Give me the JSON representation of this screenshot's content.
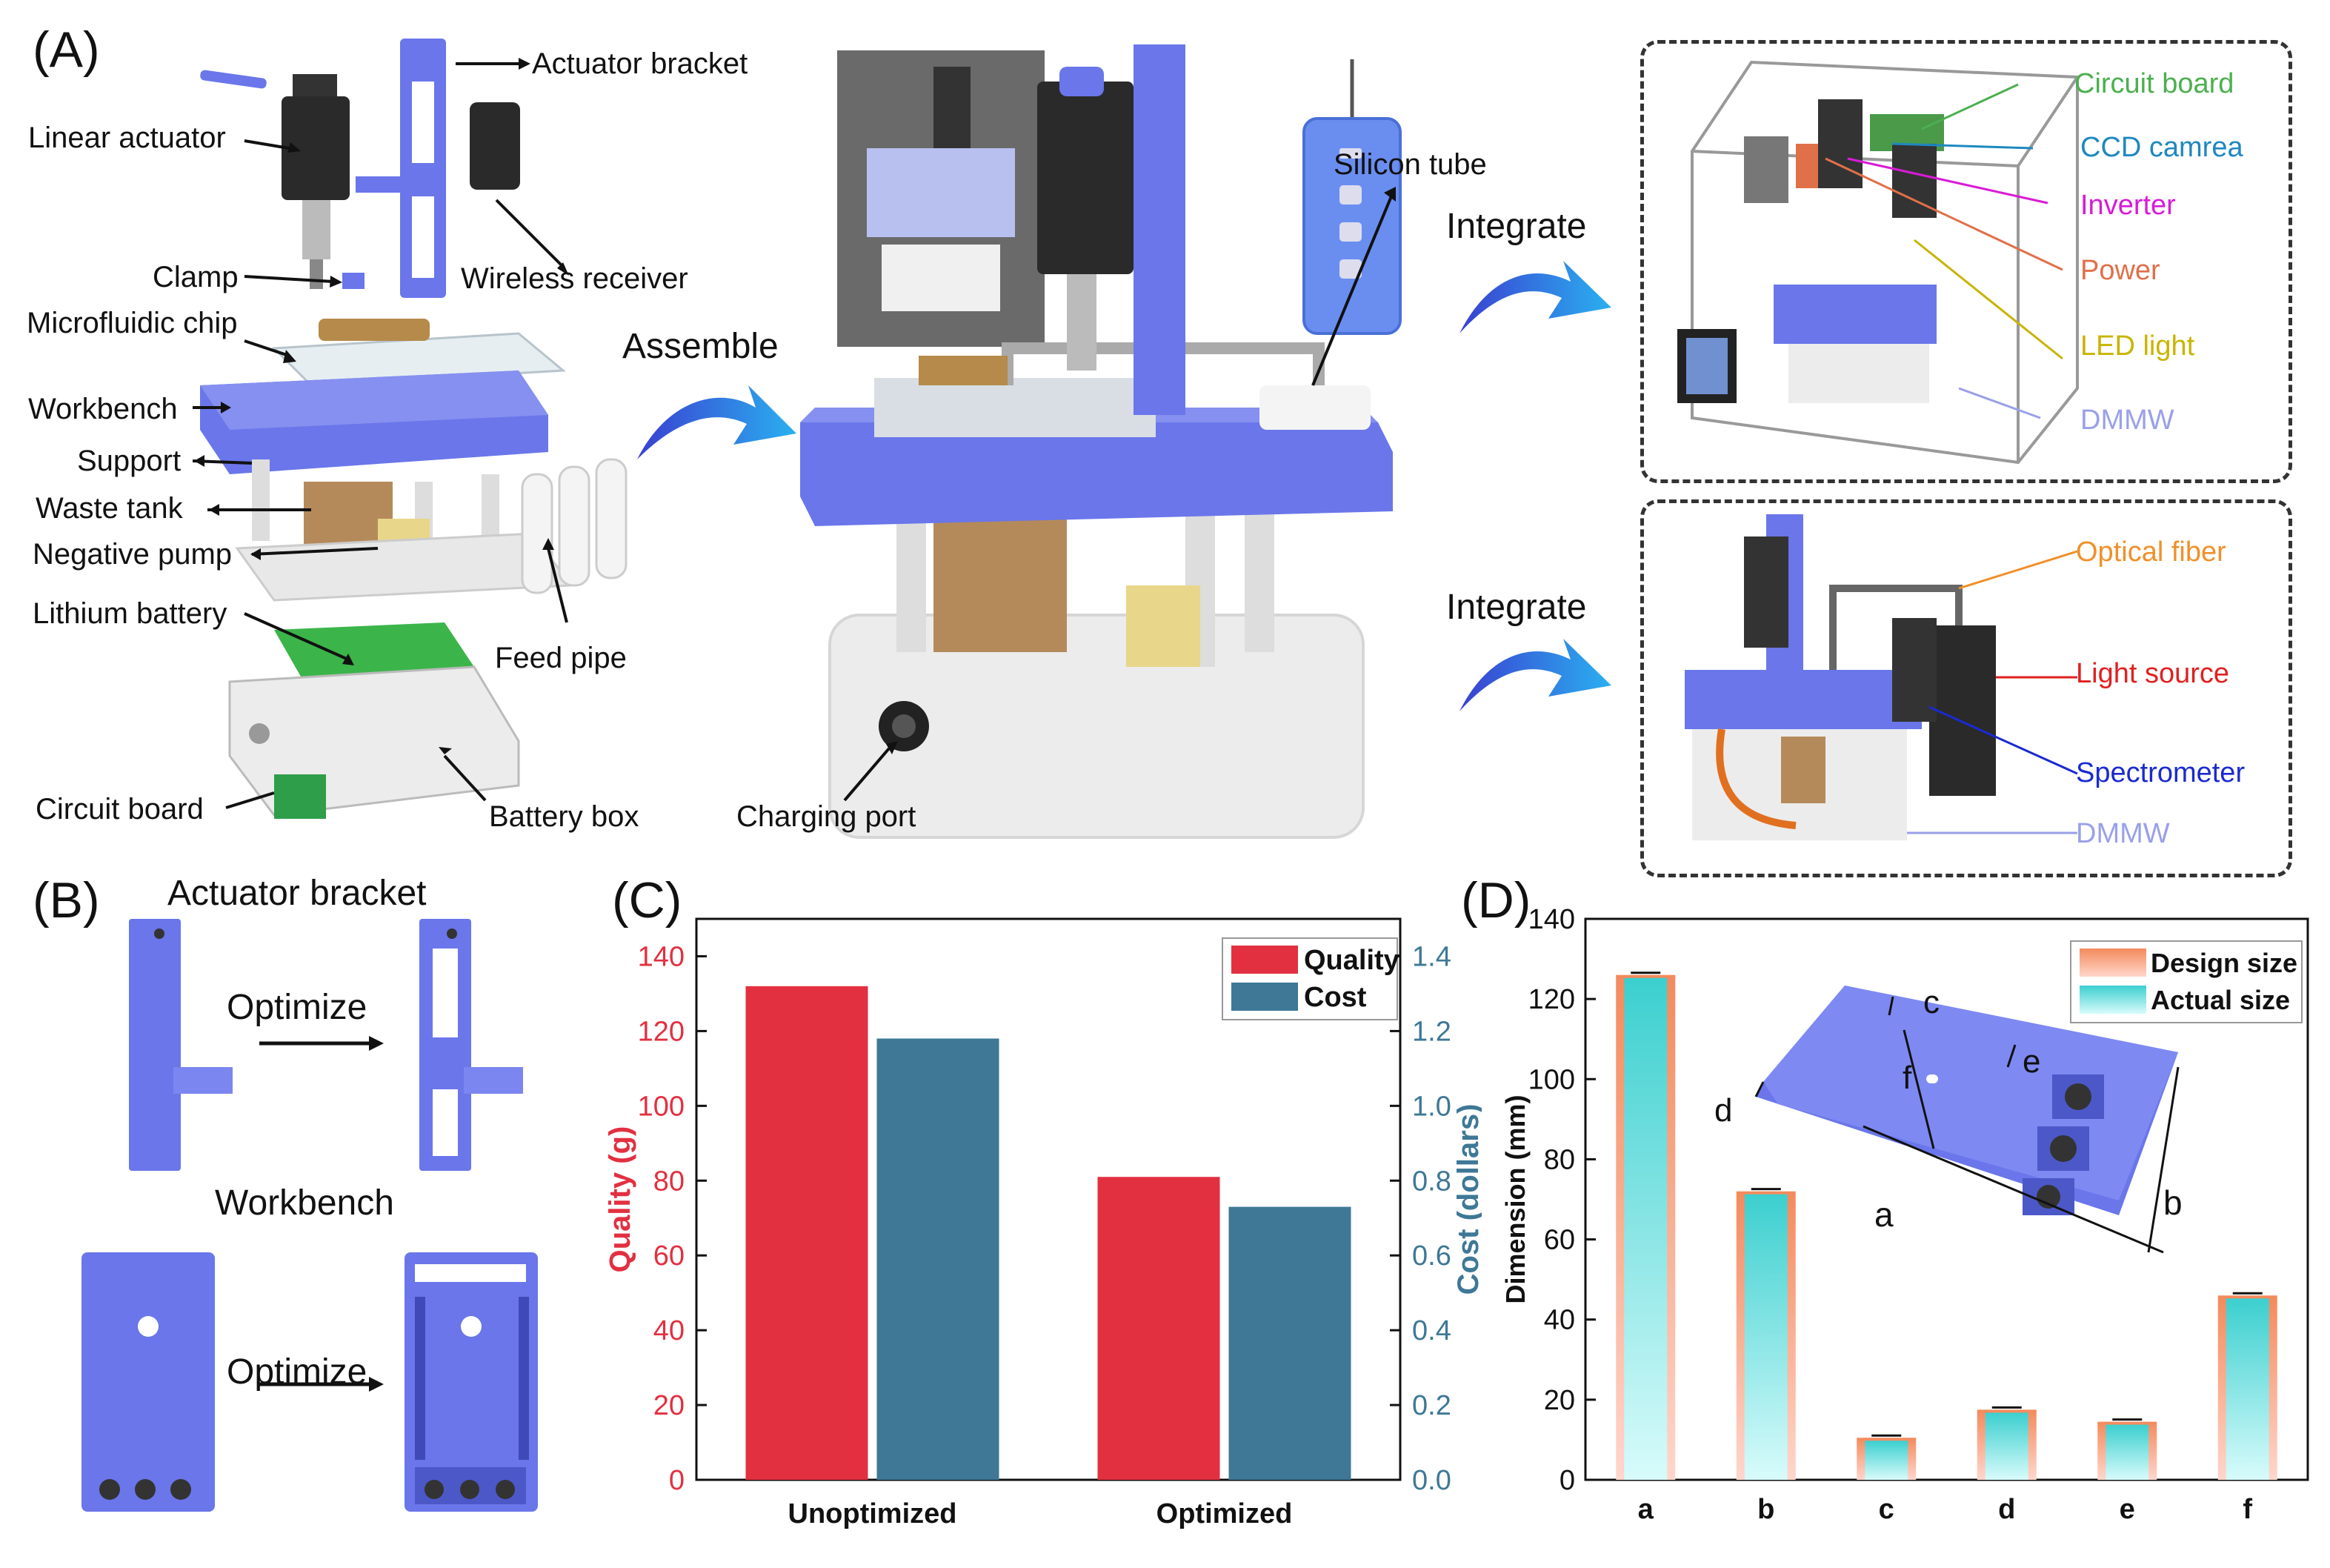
{
  "panel_A": {
    "letter": "(A)",
    "exploded_labels": {
      "actuator_bracket": "Actuator bracket",
      "linear_actuator": "Linear actuator",
      "clamp": "Clamp",
      "wireless_receiver": "Wireless receiver",
      "microfluidic_chip": "Microfluidic chip",
      "workbench": "Workbench",
      "support": "Support",
      "waste_tank": "Waste tank",
      "negative_pump": "Negative pump",
      "lithium_battery": "Lithium battery",
      "feed_pipe": "Feed pipe",
      "circuit_board": "Circuit board",
      "battery_box": "Battery box"
    },
    "assemble_label": "Assemble",
    "assembled_labels": {
      "silicon_tube": "Silicon tube",
      "charging_port": "Charging port"
    },
    "integrate_label_top": "Integrate",
    "integrate_label_bottom": "Integrate",
    "box_top_labels": [
      {
        "text": "Circuit board",
        "color": "#4caf50"
      },
      {
        "text": "CCD camrea",
        "color": "#1e88c0"
      },
      {
        "text": "Inverter",
        "color": "#d81bd8"
      },
      {
        "text": "Power",
        "color": "#e0704a"
      },
      {
        "text": "LED light",
        "color": "#c8b400"
      },
      {
        "text": "DMMW",
        "color": "#9aa0e8"
      }
    ],
    "box_bottom_labels": [
      {
        "text": "Optical fiber",
        "color": "#f0902a"
      },
      {
        "text": "Light source",
        "color": "#e02020"
      },
      {
        "text": "Spectrometer",
        "color": "#1a2ad0"
      },
      {
        "text": "DMMW",
        "color": "#9aa0e8"
      }
    ]
  },
  "panel_B": {
    "letter": "(B)",
    "title_top": "Actuator bracket",
    "optimize_top": "Optimize",
    "title_bottom": "Workbench",
    "optimize_bottom": "Optimize"
  },
  "panel_C": {
    "letter": "(C)"
  },
  "panel_D": {
    "letter": "(D)",
    "inset_labels": {
      "a": "a",
      "b": "b",
      "c": "c",
      "d": "d",
      "e": "e",
      "f": "f"
    }
  },
  "colors": {
    "blue_part": "#6a76ea",
    "quality_red": "#e23040",
    "cost_blue": "#3e7896",
    "design_orange": "#f48a5c",
    "actual_cyan": "#3ccfcf"
  },
  "chart_data": [
    {
      "type": "bar",
      "panel": "C",
      "categories": [
        "Unoptimized",
        "Optimized"
      ],
      "series": [
        {
          "name": "Quality",
          "axis": "left",
          "values": [
            132,
            81
          ]
        },
        {
          "name": "Cost",
          "axis": "right",
          "values": [
            1.18,
            0.73
          ]
        }
      ],
      "ylabel_left": "Quality (g)",
      "ylabel_right": "Cost (dollars)",
      "ylim_left": [
        0,
        150
      ],
      "ylim_right": [
        0,
        1.5
      ],
      "yticks_left": [
        0,
        20,
        40,
        60,
        80,
        100,
        120,
        140
      ],
      "yticks_right": [
        0.0,
        0.2,
        0.4,
        0.6,
        0.8,
        1.0,
        1.2,
        1.4
      ],
      "legend": "top-right",
      "grid": false
    },
    {
      "type": "bar",
      "panel": "D",
      "categories": [
        "a",
        "b",
        "c",
        "d",
        "e",
        "f"
      ],
      "series": [
        {
          "name": "Design size",
          "values": [
            126,
            72,
            10.5,
            17.5,
            14.5,
            46
          ]
        },
        {
          "name": "Actual size",
          "values": [
            126,
            72,
            10.5,
            17.5,
            14.5,
            46
          ]
        }
      ],
      "ylabel": "Dimension (mm)",
      "ylim": [
        0,
        140
      ],
      "yticks": [
        0,
        20,
        40,
        60,
        80,
        100,
        120,
        140
      ],
      "legend": "top-right",
      "grid": false
    }
  ]
}
